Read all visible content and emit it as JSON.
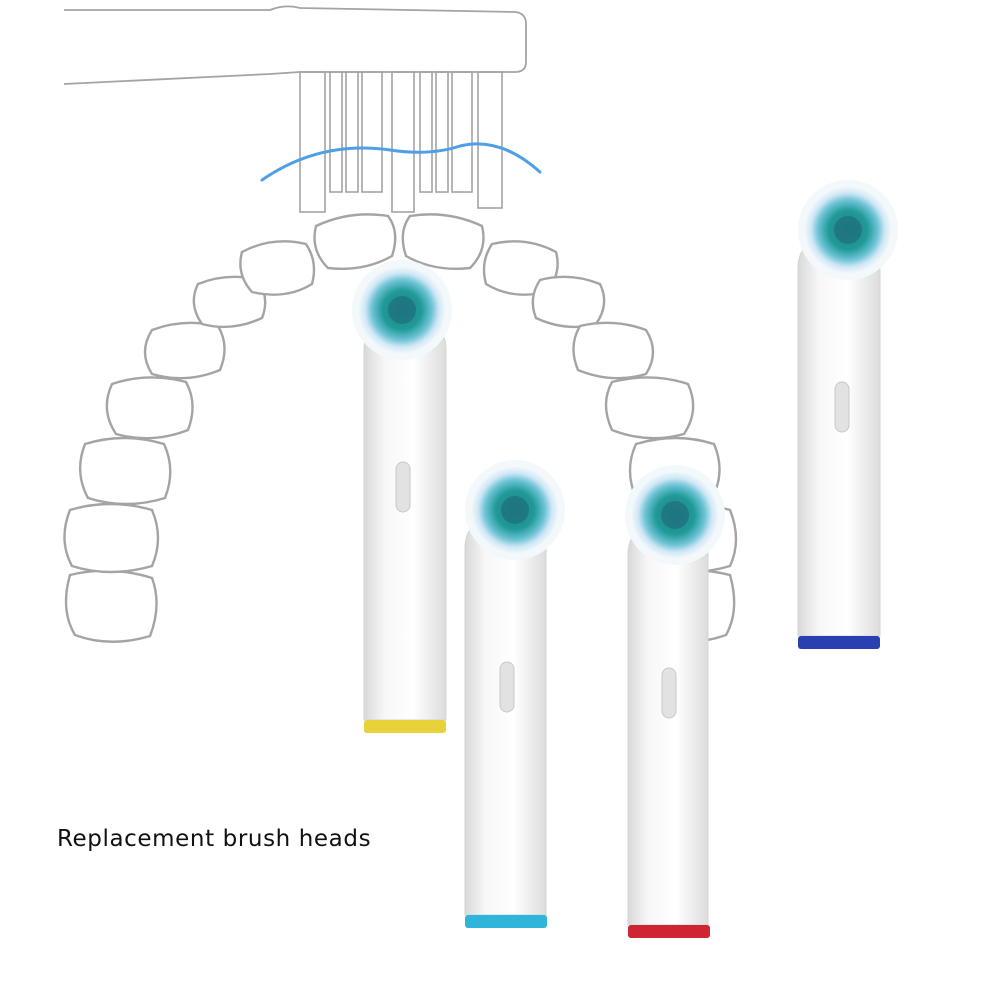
{
  "caption": "Replacement brush heads",
  "brush_heads": [
    {
      "name": "brush-head-yellow",
      "ring_color": "#e8d23a"
    },
    {
      "name": "brush-head-light-blue",
      "ring_color": "#2fb4dc"
    },
    {
      "name": "brush-head-red",
      "ring_color": "#cf2433"
    },
    {
      "name": "brush-head-dark-blue",
      "ring_color": "#2a3fb0"
    }
  ],
  "colors": {
    "outline": "#a4a4a4",
    "wave": "#4f9fe6",
    "bristle_teal": "#1f8f8f",
    "bristle_light": "#cde6f4",
    "handle": "#f1f1f1"
  }
}
